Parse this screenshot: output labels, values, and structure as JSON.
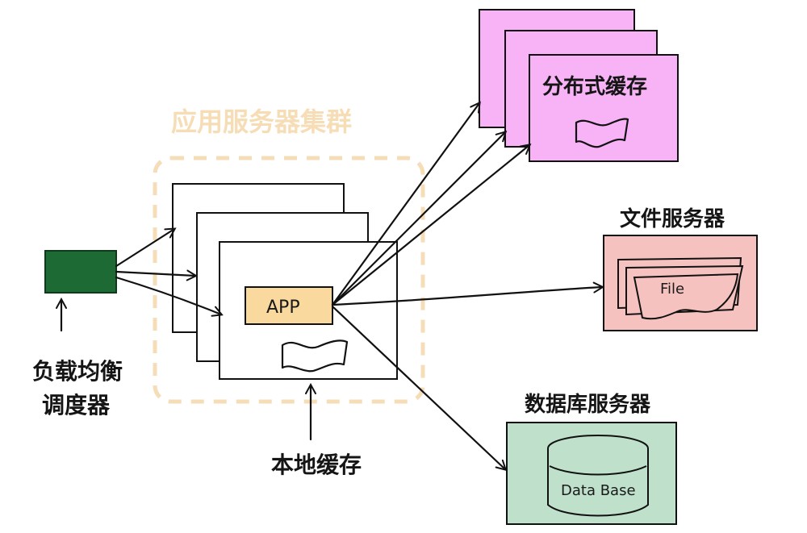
{
  "diagram": {
    "load_balancer_label": "负载均衡调度器",
    "load_balancer_line1": "负载均衡",
    "load_balancer_line2": "调度器",
    "app_cluster_label": "应用服务器集群",
    "app_label": "APP",
    "local_cache_label": "本地缓存",
    "distributed_cache_label": "分布式缓存",
    "file_server_label": "文件服务器",
    "file_label": "File",
    "database_server_label": "数据库服务器",
    "database_label": "Data Base",
    "colors": {
      "load_balancer": "#1e6a35",
      "cluster_border": "#f5ddb8",
      "app": "#f9d99e",
      "distributed_cache": "#f7b3f5",
      "file_server": "#f6c2bf",
      "database_server": "#bfe0cb"
    }
  }
}
